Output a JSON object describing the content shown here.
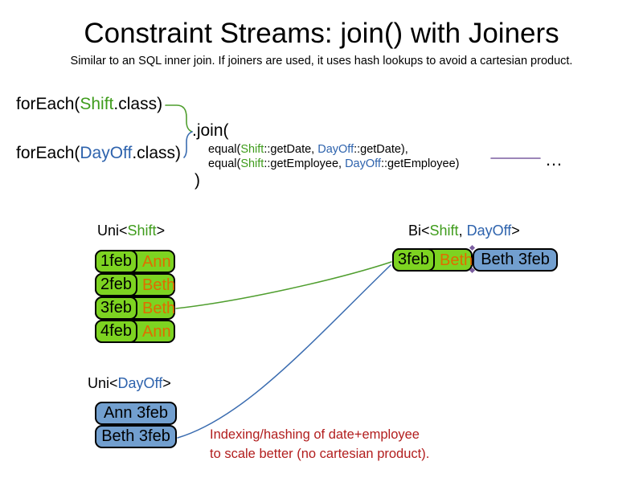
{
  "title": "Constraint Streams: join() with Joiners",
  "subtitle": "Similar to an SQL inner join. If joiners are used, it uses hash lookups to avoid a cartesian product.",
  "colors": {
    "green_text": "#3f9c1c",
    "blue_text": "#2e63ad",
    "cell_green": "#7dd321",
    "cell_blue": "#729fcf",
    "orange_text": "#e06c00",
    "red_text": "#b21d1d",
    "purple_line": "#7b5ea0",
    "green_line": "#4f9e2e",
    "blue_line": "#3a6cb0"
  },
  "code": {
    "foreach_shift": {
      "pre": "forEach(",
      "cls": "Shift",
      "post": ".class)"
    },
    "foreach_dayoff": {
      "pre": "forEach(",
      "cls": "DayOff",
      "post": ".class)"
    },
    "join_open": ".join(",
    "equal_date": {
      "pre": "equal(",
      "a": "Shift",
      "m1": "::getDate, ",
      "b": "DayOff",
      "post": "::getDate),"
    },
    "equal_employee": {
      "pre": "equal(",
      "a": "Shift",
      "m1": "::getEmployee, ",
      "b": "DayOff",
      "post": "::getEmployee)"
    },
    "join_close": ")",
    "ellipsis": "…"
  },
  "uni_shift": {
    "label": {
      "pre": "Uni<",
      "cls": "Shift",
      "post": ">"
    },
    "rows": [
      {
        "date": "1feb",
        "name": "Ann"
      },
      {
        "date": "2feb",
        "name": "Beth"
      },
      {
        "date": "3feb",
        "name": "Beth"
      },
      {
        "date": "4feb",
        "name": "Ann"
      }
    ]
  },
  "bi": {
    "label": {
      "pre": "Bi<",
      "cls1": "Shift",
      "mid": ", ",
      "cls2": "DayOff",
      "post": ">"
    },
    "row": {
      "date": "3feb",
      "name": "Beth",
      "dayoff": "Beth 3feb"
    }
  },
  "uni_dayoff": {
    "label": {
      "pre": "Uni<",
      "cls": "DayOff",
      "post": ">"
    },
    "rows": [
      {
        "text": "Ann 3feb"
      },
      {
        "text": "Beth 3feb"
      }
    ]
  },
  "note": {
    "line1": "Indexing/hashing of date+employee",
    "line2": "to scale better (no cartesian product)."
  }
}
